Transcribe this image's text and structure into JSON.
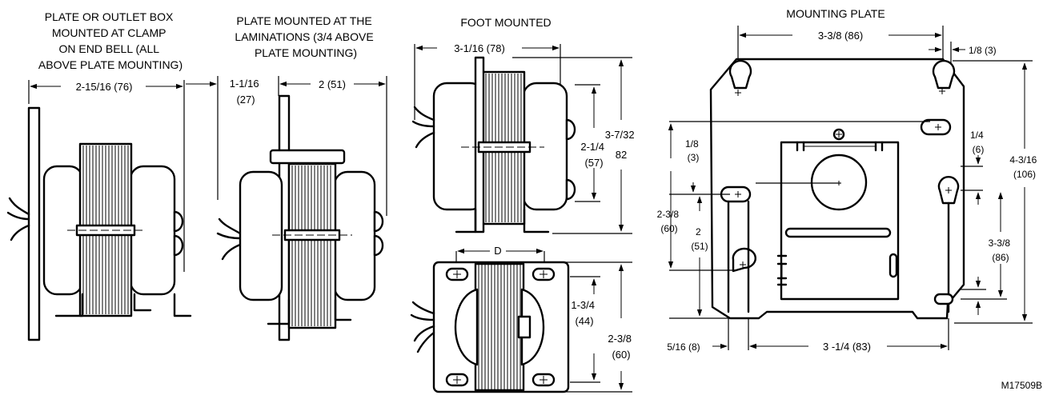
{
  "figure_id": "M17509B",
  "views": {
    "clamp": {
      "title": [
        "PLATE OR OUTLET BOX",
        "MOUNTED AT CLAMP",
        "ON END BELL (ALL",
        "ABOVE PLATE MOUNTING)"
      ],
      "width": "2-15/16 (76)"
    },
    "laminations": {
      "title": [
        "PLATE MOUNTED AT THE",
        "LAMINATIONS (3/4 ABOVE",
        "PLATE MOUNTING)"
      ],
      "offset": [
        "1-1/16",
        "(27)"
      ],
      "width": "2 (51)"
    },
    "foot": {
      "title": "FOOT MOUNTED",
      "width": "3-1/16 (78)",
      "height": [
        "3-7/32",
        "82"
      ],
      "coil": [
        "2-1/4",
        "(57)"
      ]
    },
    "bottom": {
      "d_label": "D",
      "inner": [
        "1-3/4",
        "(44)"
      ],
      "outer": [
        "2-3/8",
        "(60)"
      ]
    },
    "plate": {
      "title": "MOUNTING PLATE",
      "top_width": "3-3/8 (86)",
      "edge": "1/8 (3)",
      "left_small": [
        "1/8",
        "(3)"
      ],
      "left_mid": [
        "2-3/8",
        "(60)"
      ],
      "left_inner": [
        "2",
        "(51)"
      ],
      "right_small": [
        "1/4",
        "(6)"
      ],
      "right_tall": [
        "4-3/16",
        "(106)"
      ],
      "right_mid": [
        "3-3/8",
        "(86)"
      ],
      "bottom_left": "5/16 (8)",
      "bottom_width": "3 -1/4 (83)"
    }
  }
}
